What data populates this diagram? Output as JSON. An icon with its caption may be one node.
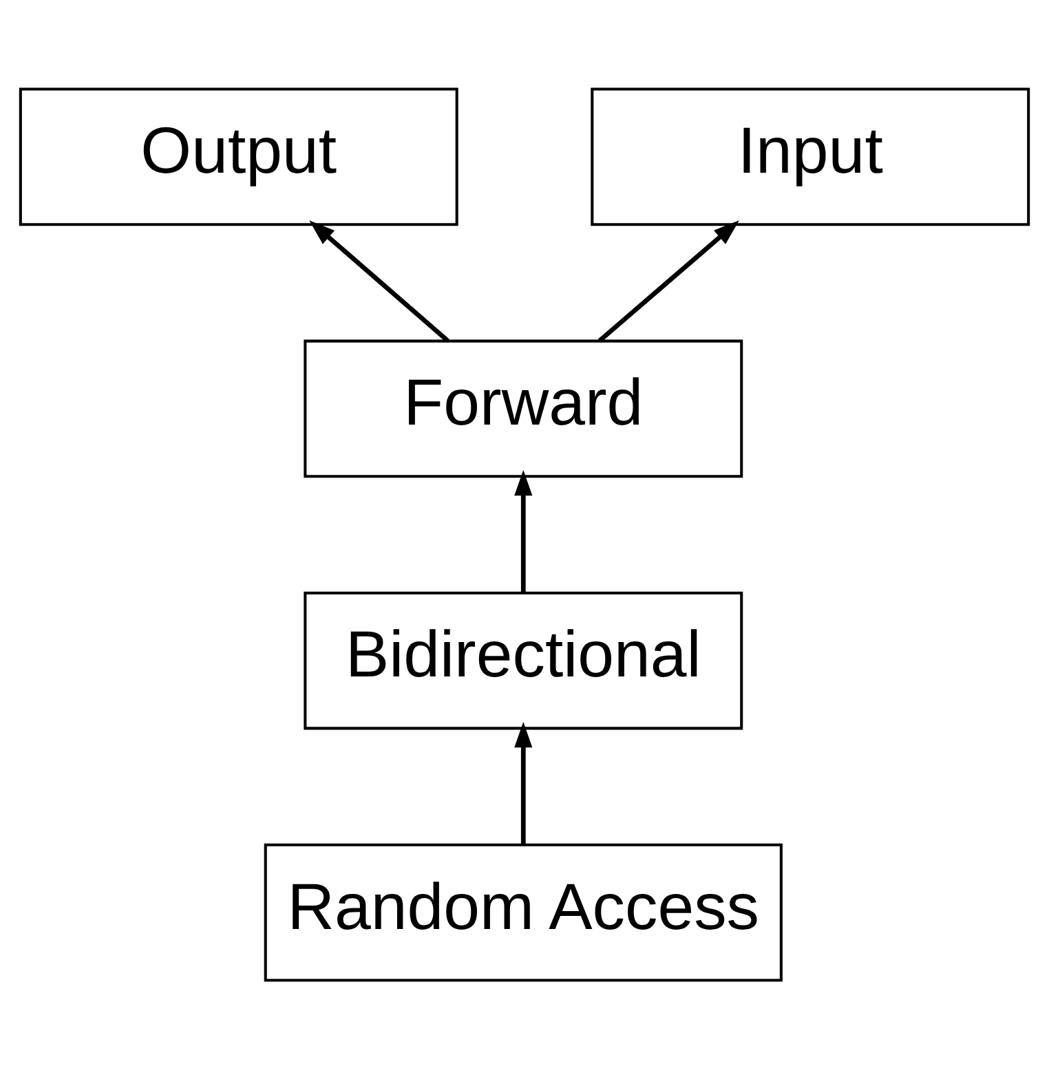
{
  "diagram": {
    "nodes": [
      {
        "text": [
          "Input"
        ]
      },
      {
        "text": [
          "Output"
        ]
      },
      {
        "text": [
          "Forward"
        ]
      },
      {
        "text": [
          "Bidirectional"
        ]
      },
      {
        "text": [
          "Random Access"
        ]
      }
    ],
    "edges": [
      {
        "from": 2,
        "to": 0,
        "arrow": "to"
      },
      {
        "from": 2,
        "to": 1,
        "arrow": "to"
      },
      {
        "from": 3,
        "to": 2,
        "arrow": "to"
      },
      {
        "from": 4,
        "to": 3,
        "arrow": "to"
      }
    ]
  }
}
